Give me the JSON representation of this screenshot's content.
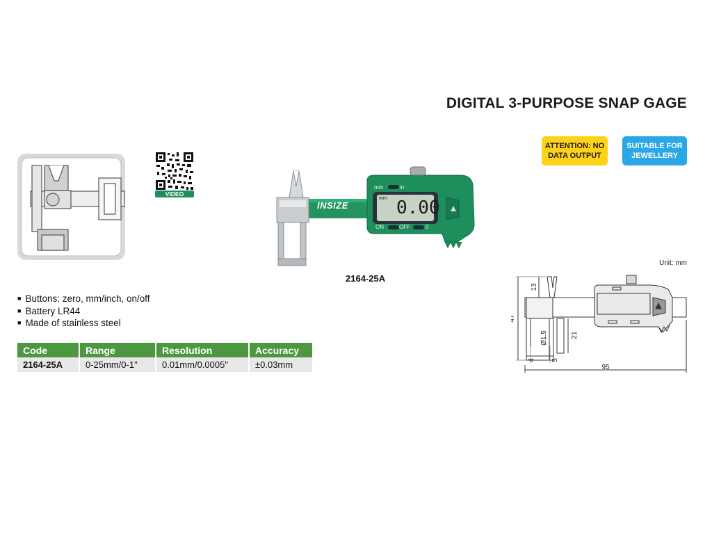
{
  "title": "DIGITAL 3-PURPOSE SNAP GAGE",
  "badges": {
    "attention": "ATTENTION: NO\nDATA OUTPUT",
    "jewellery": "SUITABLE FOR\nJEWELLERY"
  },
  "colors": {
    "brand_green": "#1e8f5c",
    "table_header": "#4c9740",
    "attention_badge": "#ffd21a",
    "jewellery_badge": "#2aa7e6"
  },
  "qr_label": "VIDEO",
  "product": {
    "brand": "INSIZE",
    "display_reading": "0.00",
    "display_unit": "mm",
    "button_labels": {
      "mm_in": "mm",
      "in": "in",
      "on": "ON",
      "off": "OFF",
      "zero": "0"
    },
    "model_code": "2164-25A"
  },
  "features": [
    "Buttons: zero, mm/inch, on/off",
    "Battery LR44",
    "Made of stainless steel"
  ],
  "spec_table": {
    "headers": [
      "Code",
      "Range",
      "Resolution",
      "Accuracy"
    ],
    "rows": [
      [
        "2164-25A",
        "0-25mm/0-1\"",
        "0.01mm/0.0005\"",
        "±0.03mm"
      ]
    ]
  },
  "drawing": {
    "unit_label": "Unit: mm",
    "dims": {
      "overall_height": "47",
      "top": "13",
      "pin_dia": "Ø1.5",
      "depth": "21",
      "left_width": "4",
      "gap": "5",
      "overall_length": "95"
    }
  }
}
